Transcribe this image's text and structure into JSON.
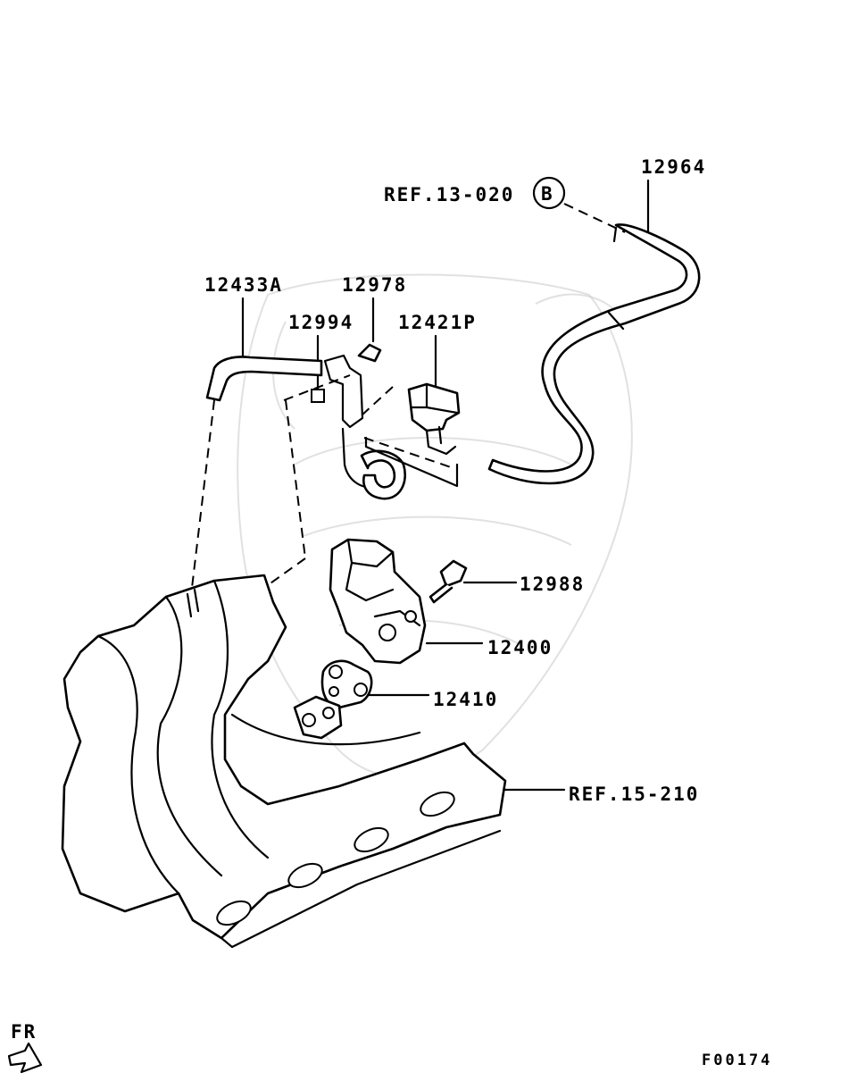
{
  "callouts": {
    "ref_13_020": "REF.13-020",
    "circle_b": "B",
    "p12964": "12964",
    "p12433A": "12433A",
    "p12978": "12978",
    "p12994": "12994",
    "p12421P": "12421P",
    "p12988": "12988",
    "p12400": "12400",
    "p12410": "12410",
    "ref_15_210": "REF.15-210"
  },
  "footer": {
    "fr_label": "FR",
    "figure_code": "F00174"
  }
}
